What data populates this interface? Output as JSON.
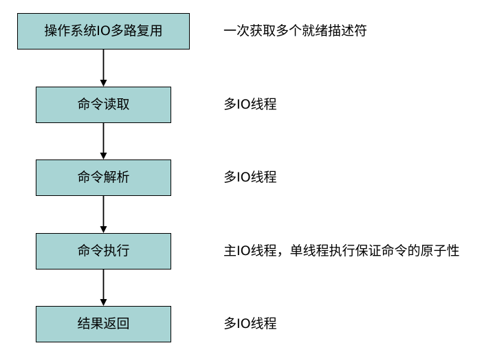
{
  "colors": {
    "box_fill": "#a8d4d4",
    "box_border": "#000000",
    "arrow": "#000000",
    "text": "#000000"
  },
  "steps": [
    {
      "label": "操作系统IO多路复用",
      "note": "一次获取多个就绪描述符"
    },
    {
      "label": "命令读取",
      "note": "多IO线程"
    },
    {
      "label": "命令解析",
      "note": "多IO线程"
    },
    {
      "label": "命令执行",
      "note": "主IO线程，单线程执行保证命令的原子性"
    },
    {
      "label": "结果返回",
      "note": "多IO线程"
    }
  ]
}
